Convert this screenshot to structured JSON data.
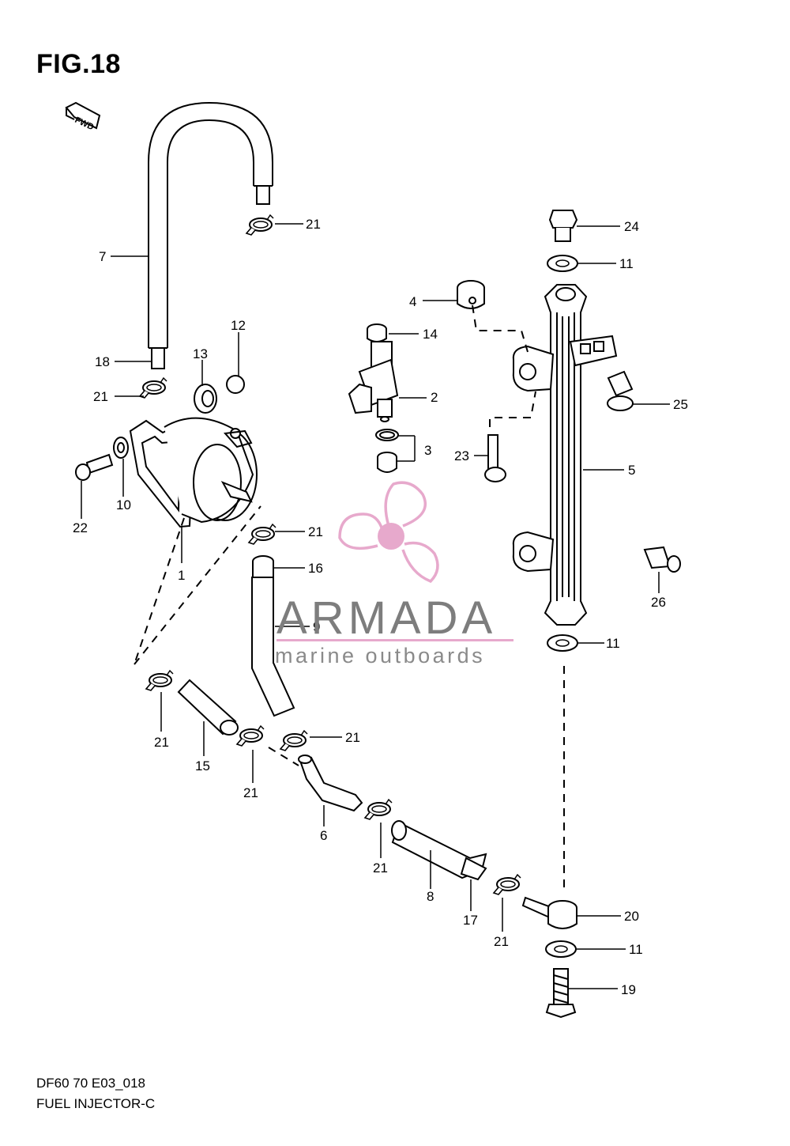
{
  "figure": {
    "title": "FIG.18",
    "fwd_label": "FWD"
  },
  "footer": {
    "code": "DF60 70 E03_018",
    "name": "FUEL INJECTOR-C"
  },
  "watermark": {
    "brand": "ARMADA",
    "subtitle": "marine outboards",
    "logo_icon": "propeller-icon",
    "accent_color": "#e7a9cc"
  },
  "callouts": [
    {
      "id": "c1",
      "text": "1"
    },
    {
      "id": "c2",
      "text": "2"
    },
    {
      "id": "c3",
      "text": "3"
    },
    {
      "id": "c4",
      "text": "4"
    },
    {
      "id": "c5",
      "text": "5"
    },
    {
      "id": "c6",
      "text": "6"
    },
    {
      "id": "c7",
      "text": "7"
    },
    {
      "id": "c8",
      "text": "8"
    },
    {
      "id": "c9",
      "text": "9"
    },
    {
      "id": "c10",
      "text": "10"
    },
    {
      "id": "c11a",
      "text": "11"
    },
    {
      "id": "c11b",
      "text": "11"
    },
    {
      "id": "c11c",
      "text": "11"
    },
    {
      "id": "c12",
      "text": "12"
    },
    {
      "id": "c13",
      "text": "13"
    },
    {
      "id": "c14",
      "text": "14"
    },
    {
      "id": "c15",
      "text": "15"
    },
    {
      "id": "c16",
      "text": "16"
    },
    {
      "id": "c17",
      "text": "17"
    },
    {
      "id": "c18",
      "text": "18"
    },
    {
      "id": "c19",
      "text": "19"
    },
    {
      "id": "c20",
      "text": "20"
    },
    {
      "id": "c21a",
      "text": "21"
    },
    {
      "id": "c21b",
      "text": "21"
    },
    {
      "id": "c21c",
      "text": "21"
    },
    {
      "id": "c21d",
      "text": "21"
    },
    {
      "id": "c21e",
      "text": "21"
    },
    {
      "id": "c21f",
      "text": "21"
    },
    {
      "id": "c21g",
      "text": "21"
    },
    {
      "id": "c21h",
      "text": "21"
    },
    {
      "id": "c22",
      "text": "22"
    },
    {
      "id": "c23",
      "text": "23"
    },
    {
      "id": "c24",
      "text": "24"
    },
    {
      "id": "c25",
      "text": "25"
    },
    {
      "id": "c26",
      "text": "26"
    }
  ]
}
